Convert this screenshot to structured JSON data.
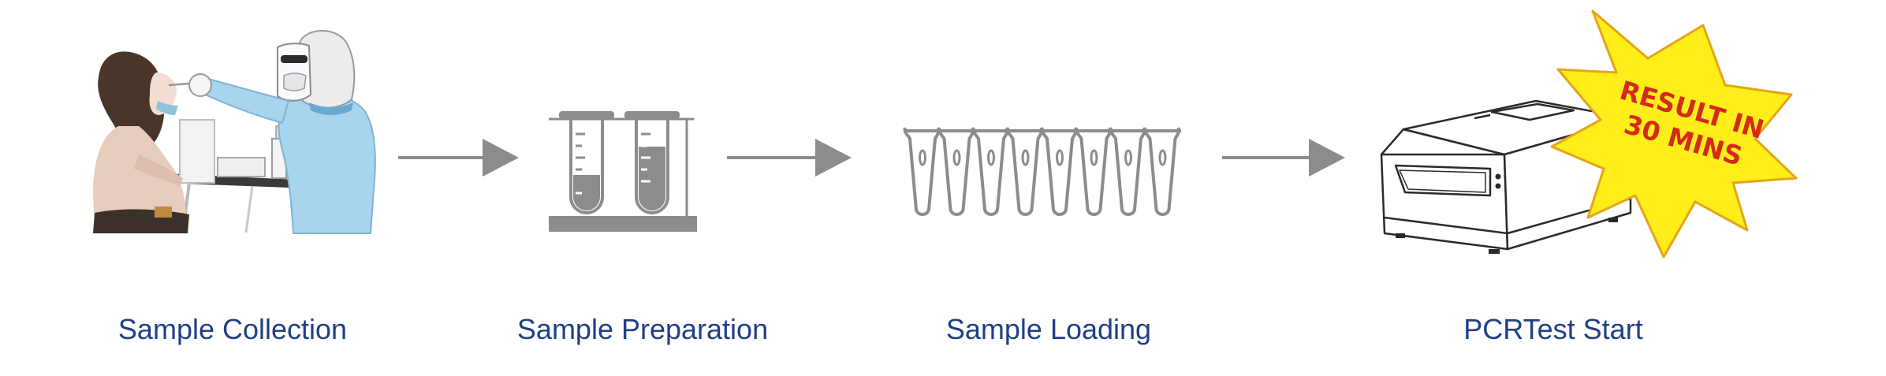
{
  "steps": [
    {
      "label": "Sample Collection",
      "icon": "swab-collection-illustration"
    },
    {
      "label": "Sample Preparation",
      "icon": "test-tube-rack-icon"
    },
    {
      "label": "Sample Loading",
      "icon": "pcr-tube-strip-icon"
    },
    {
      "label": "PCRTest Start",
      "icon": "pcr-machine-icon"
    }
  ],
  "badge": {
    "line1": "RESULT IN",
    "line2": "30 MINS",
    "fill": "#ffee1a",
    "stroke": "#e8a417",
    "text_color": "#d52a1a"
  },
  "colors": {
    "label": "#1f3f86",
    "icon_gray": "#8c8c8c",
    "arrow": "#8c8c8c"
  }
}
